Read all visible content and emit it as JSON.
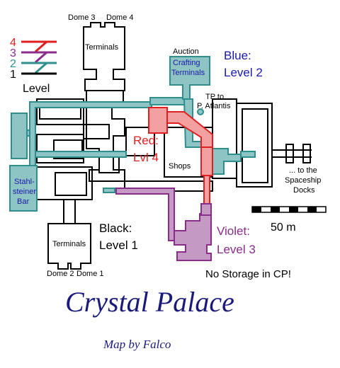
{
  "colors": {
    "black": "#000000",
    "blue_level": "#2f8f8f",
    "blue_fill": "#8fc4c4",
    "red_level": "#e02020",
    "red_fill": "#f2a0a0",
    "violet_level": "#8a2c8a",
    "violet_fill": "#c49ac4",
    "title": "#1a1a7a"
  },
  "legend": {
    "levels": [
      {
        "num": "4",
        "color": "#e02020"
      },
      {
        "num": "3",
        "color": "#8a2c8a"
      },
      {
        "num": "2",
        "color": "#2f8f8f"
      },
      {
        "num": "1",
        "color": "#000000"
      }
    ],
    "label": "Level"
  },
  "labels": {
    "dome3": "Dome 3",
    "dome4": "Dome 4",
    "dome2": "Dome 2",
    "dome1": "Dome 1",
    "terminals_top": "Terminals",
    "terminals_bottom": "Terminals",
    "auction": "Auction",
    "crafting_1": "Crafting",
    "crafting_2": "Terminals",
    "tp_1": "TP to",
    "tp_2": "P. Atlantis",
    "shops": "Shops",
    "bar_1": "Stahl-",
    "bar_2": "steiner",
    "bar_3": "Bar",
    "docks_1": "... to the",
    "docks_2": "Spaceship",
    "docks_3": "Docks",
    "scale": "50 m",
    "blue_1": "Blue:",
    "blue_2": "Level 2",
    "red_1": "Red:",
    "red_2": "Lvl 4",
    "black_1": "Black:",
    "black_2": "Level 1",
    "violet_1": "Violet:",
    "violet_2": "Level 3",
    "storage_note": "No Storage in CP!"
  },
  "title": "Crystal Palace",
  "credit": "Map by Falco"
}
